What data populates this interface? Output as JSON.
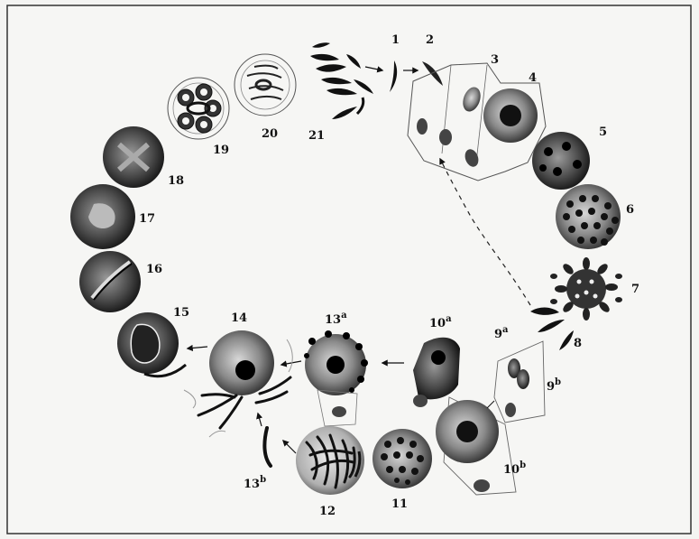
{
  "figure": {
    "labels": {
      "l1": "1",
      "l2": "2",
      "l3": "3",
      "l4": "4",
      "l5": "5",
      "l6": "6",
      "l7": "7",
      "l8": "8",
      "l9a": "9",
      "l9a_sup": "a",
      "l9b": "9",
      "l9b_sup": "b",
      "l10a": "10",
      "l10a_sup": "a",
      "l10b": "10",
      "l10b_sup": "b",
      "l11": "11",
      "l12": "12",
      "l13a": "13",
      "l13a_sup": "a",
      "l13b": "13",
      "l13b_sup": "b",
      "l14": "14",
      "l15": "15",
      "l16": "16",
      "l17": "17",
      "l18": "18",
      "l19": "19",
      "l20": "20",
      "l21": "21"
    },
    "colors": {
      "ink": "#111111",
      "paper": "#f4f4f2",
      "border": "#333333"
    }
  }
}
